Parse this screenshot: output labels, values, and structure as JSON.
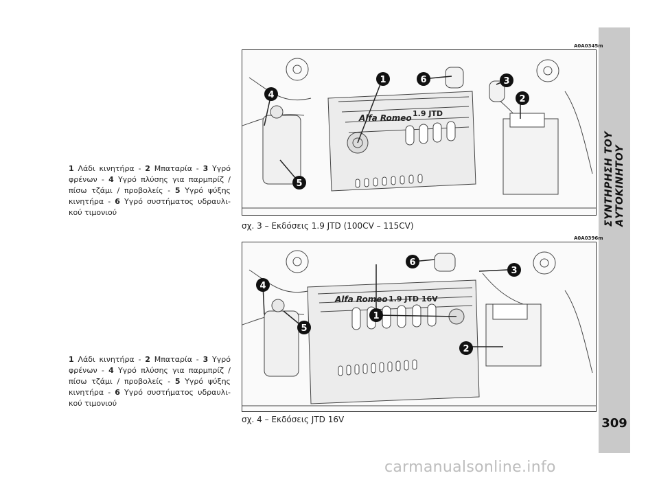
{
  "sidebar": {
    "title": "ΣΥΝΤΗΡΗΣΗ ΤΟΥ ΑΥΤΟΚΙΝΗΤΟΥ",
    "page_number": "309"
  },
  "block1": {
    "code": "A0A0345m",
    "legend": [
      {
        "num": "1",
        "text": " Λάδι κινητήρα - "
      },
      {
        "num": "2",
        "text": " Μπαταρία - "
      },
      {
        "num": "3",
        "text": " Υγρό φρένων - "
      },
      {
        "num": "4",
        "text": " Υγρό πλύσης για παρμπρίζ / πίσω τζάμι / προβολείς - "
      },
      {
        "num": "5",
        "text": " Υγρό ψύξης κινητήρα - "
      },
      {
        "num": "6",
        "text": " Υγρό συστήματος υδραυλι-κού τιμονιού"
      }
    ],
    "caption": "σχ. 3 – Εκδόσεις 1.9 JTD (100CV – 115CV)",
    "engine_label": "1.9 JTD",
    "brand": "Alfa Romeo"
  },
  "block2": {
    "code": "A0A0396m",
    "legend": [
      {
        "num": "1",
        "text": " Λάδι κινητήρα - "
      },
      {
        "num": "2",
        "text": " Μπαταρία - "
      },
      {
        "num": "3",
        "text": " Υγρό φρένων - "
      },
      {
        "num": "4",
        "text": " Υγρό πλύσης για παρμπρίζ / πίσω τζάμι / προβολείς - "
      },
      {
        "num": "5",
        "text": " Υγρό ψύξης κινητήρα - "
      },
      {
        "num": "6",
        "text": " Υγρό συστήματος υδραυλι-κού τιμονιού"
      }
    ],
    "caption": "σχ. 4 – Εκδόσεις JTD 16V",
    "engine_label": "1.9  JTD 16V",
    "brand": "Alfa Romeo"
  },
  "watermark": "carmanualsonline.info",
  "colors": {
    "sidebar": "#c9c9c9",
    "callout": "#111111",
    "line": "#222222"
  }
}
